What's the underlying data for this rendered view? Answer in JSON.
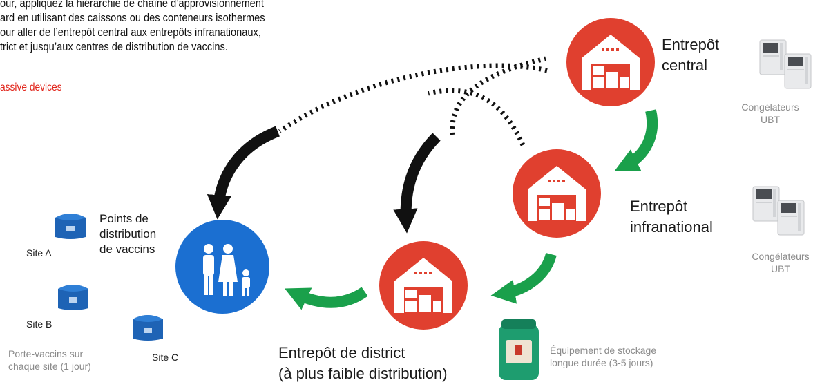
{
  "intro_text": [
    "our, appliquez la hiérarchie de chaîne d’approvisionnement",
    "ard en utilisant des caissons ou des conteneurs isothermes",
    "our aller de l’entrepôt central aux entrepôts infranationaux,",
    "trict et jusqu’aux centres de distribution de vaccins."
  ],
  "link_text": "assive devices",
  "colors": {
    "warehouse_red": "#e0402f",
    "people_blue": "#1b6fd1",
    "arrow_green": "#1aa04b",
    "arrow_black": "#111111",
    "link_red": "#e1251b"
  },
  "central": {
    "title_line1": "Entrepôt",
    "title_line2": "central",
    "equip_line1": "Congélateurs",
    "equip_line2": "UBT"
  },
  "subnational": {
    "title_line1": "Entrepôt",
    "title_line2": "infranational",
    "equip_line1": "Congélateurs",
    "equip_line2": "UBT"
  },
  "district": {
    "title_line1": "Entrepôt de district",
    "title_line2": "(à plus faible distribution)",
    "equip_line1": "Équipement de stockage",
    "equip_line2": "longue durée (3-5 jours)"
  },
  "points": {
    "title_line1": "Points de",
    "title_line2": "distribution",
    "title_line3": "de vaccins"
  },
  "sites": {
    "a": "Site A",
    "b": "Site B",
    "c": "Site C",
    "carrier_line1": "Porte-vaccins sur",
    "carrier_line2": "chaque site (1 jour)"
  }
}
